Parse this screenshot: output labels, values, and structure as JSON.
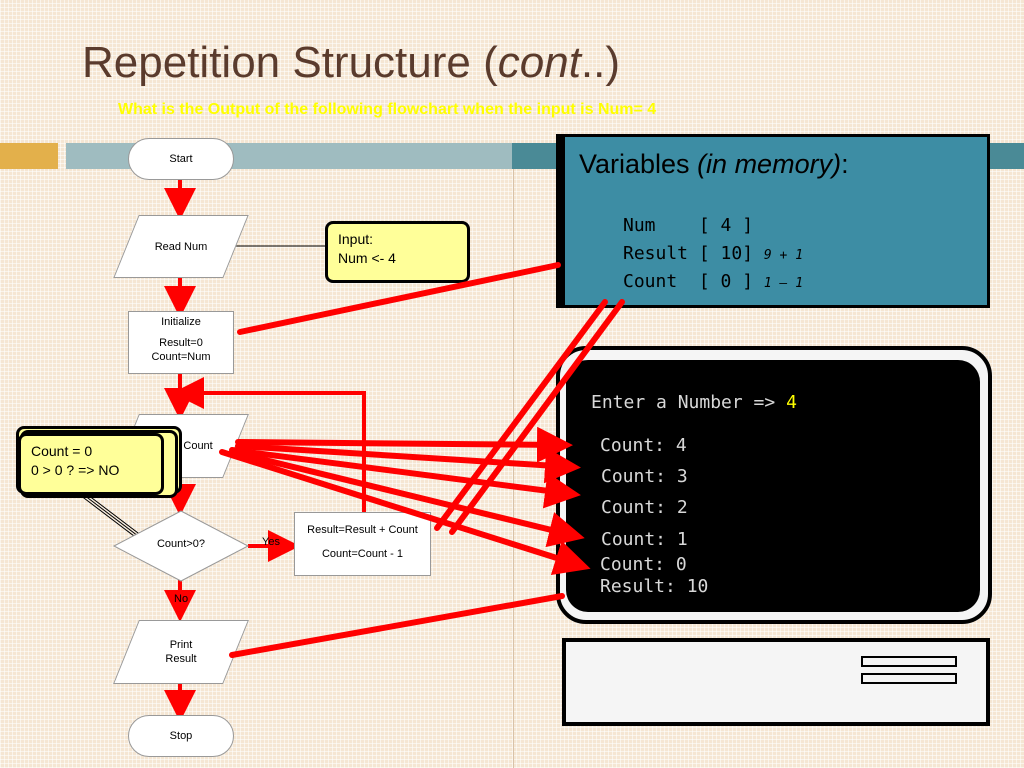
{
  "slide": {
    "title_main": "Repetition Structure (",
    "title_italic": "cont",
    "title_end": "..)",
    "subtitle": "What is the Output of the following flowchart when the input is  Num= 4"
  },
  "flowchart": {
    "start": "Start",
    "read": "Read  Num",
    "init_title": "Initialize",
    "init_line1": "Result=0",
    "init_line2": "Count=Num",
    "print_count": "Print Count",
    "print_count_visible": "t Count",
    "decision": "Count>0?",
    "yes": "Yes",
    "no": "No",
    "process_line1": "Result=Result + Count",
    "process_line2": "Count=Count - 1",
    "print_result_line1": "Print",
    "print_result_line2": "Result",
    "stop": "Stop"
  },
  "callouts": {
    "input_line1": "Input:",
    "input_line2": "Num <- 4",
    "count_line1": "Count = 0",
    "count_line2": "0 > 0 ?  => NO"
  },
  "memory": {
    "title": "Variables ",
    "title_italic": "(in memory)",
    "title_colon": ":",
    "rows": [
      {
        "text": "Num    [ 4 ]",
        "note": ""
      },
      {
        "text": "Result [ 10] ",
        "note": "9 + 1"
      },
      {
        "text": "Count  [ 0 ] ",
        "note": "1 – 1"
      }
    ]
  },
  "screen": {
    "prompt": "Enter a Number => ",
    "input_value": "4",
    "lines": [
      "Count: 4",
      "Count: 3",
      "Count: 2",
      "Count: 1",
      "Count: 0"
    ],
    "result": "Result: 10"
  },
  "colors": {
    "arrow": "#ff0000",
    "accent_yellow": "#ffff00",
    "title_brown": "#5a3b2d",
    "memory_panel": "#3d8da4",
    "callout_fill": "#ffff99"
  }
}
